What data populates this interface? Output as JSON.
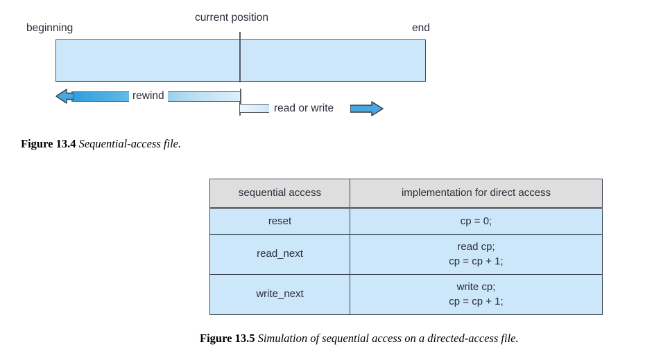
{
  "figure_134": {
    "labels": {
      "beginning": "beginning",
      "current_position": "current position",
      "end": "end"
    },
    "arrows": {
      "rewind": "rewind",
      "read_or_write": "read or write"
    },
    "colors": {
      "file_fill": "#cbe7f9",
      "file_border": "#4a4a55",
      "arrow_blue": "#4aa8e0",
      "arrow_outline": "#3a3a44"
    },
    "caption": {
      "number": "Figure 13.4",
      "text": "Sequential-access file."
    }
  },
  "figure_135": {
    "table": {
      "headers": [
        "sequential access",
        "implementation for direct access"
      ],
      "rows": [
        {
          "operation": "reset",
          "implementation": [
            "cp = 0;"
          ]
        },
        {
          "operation": "read_next",
          "implementation": [
            "read cp;",
            "cp = cp + 1;"
          ]
        },
        {
          "operation": "write_next",
          "implementation": [
            "write cp;",
            "cp = cp + 1;"
          ]
        }
      ],
      "colors": {
        "header_fill": "#dedede",
        "body_fill": "#cbe7f9",
        "border": "#3c4553"
      }
    },
    "caption": {
      "number": "Figure 13.5",
      "text": "Simulation of sequential access on a directed-access file."
    }
  }
}
